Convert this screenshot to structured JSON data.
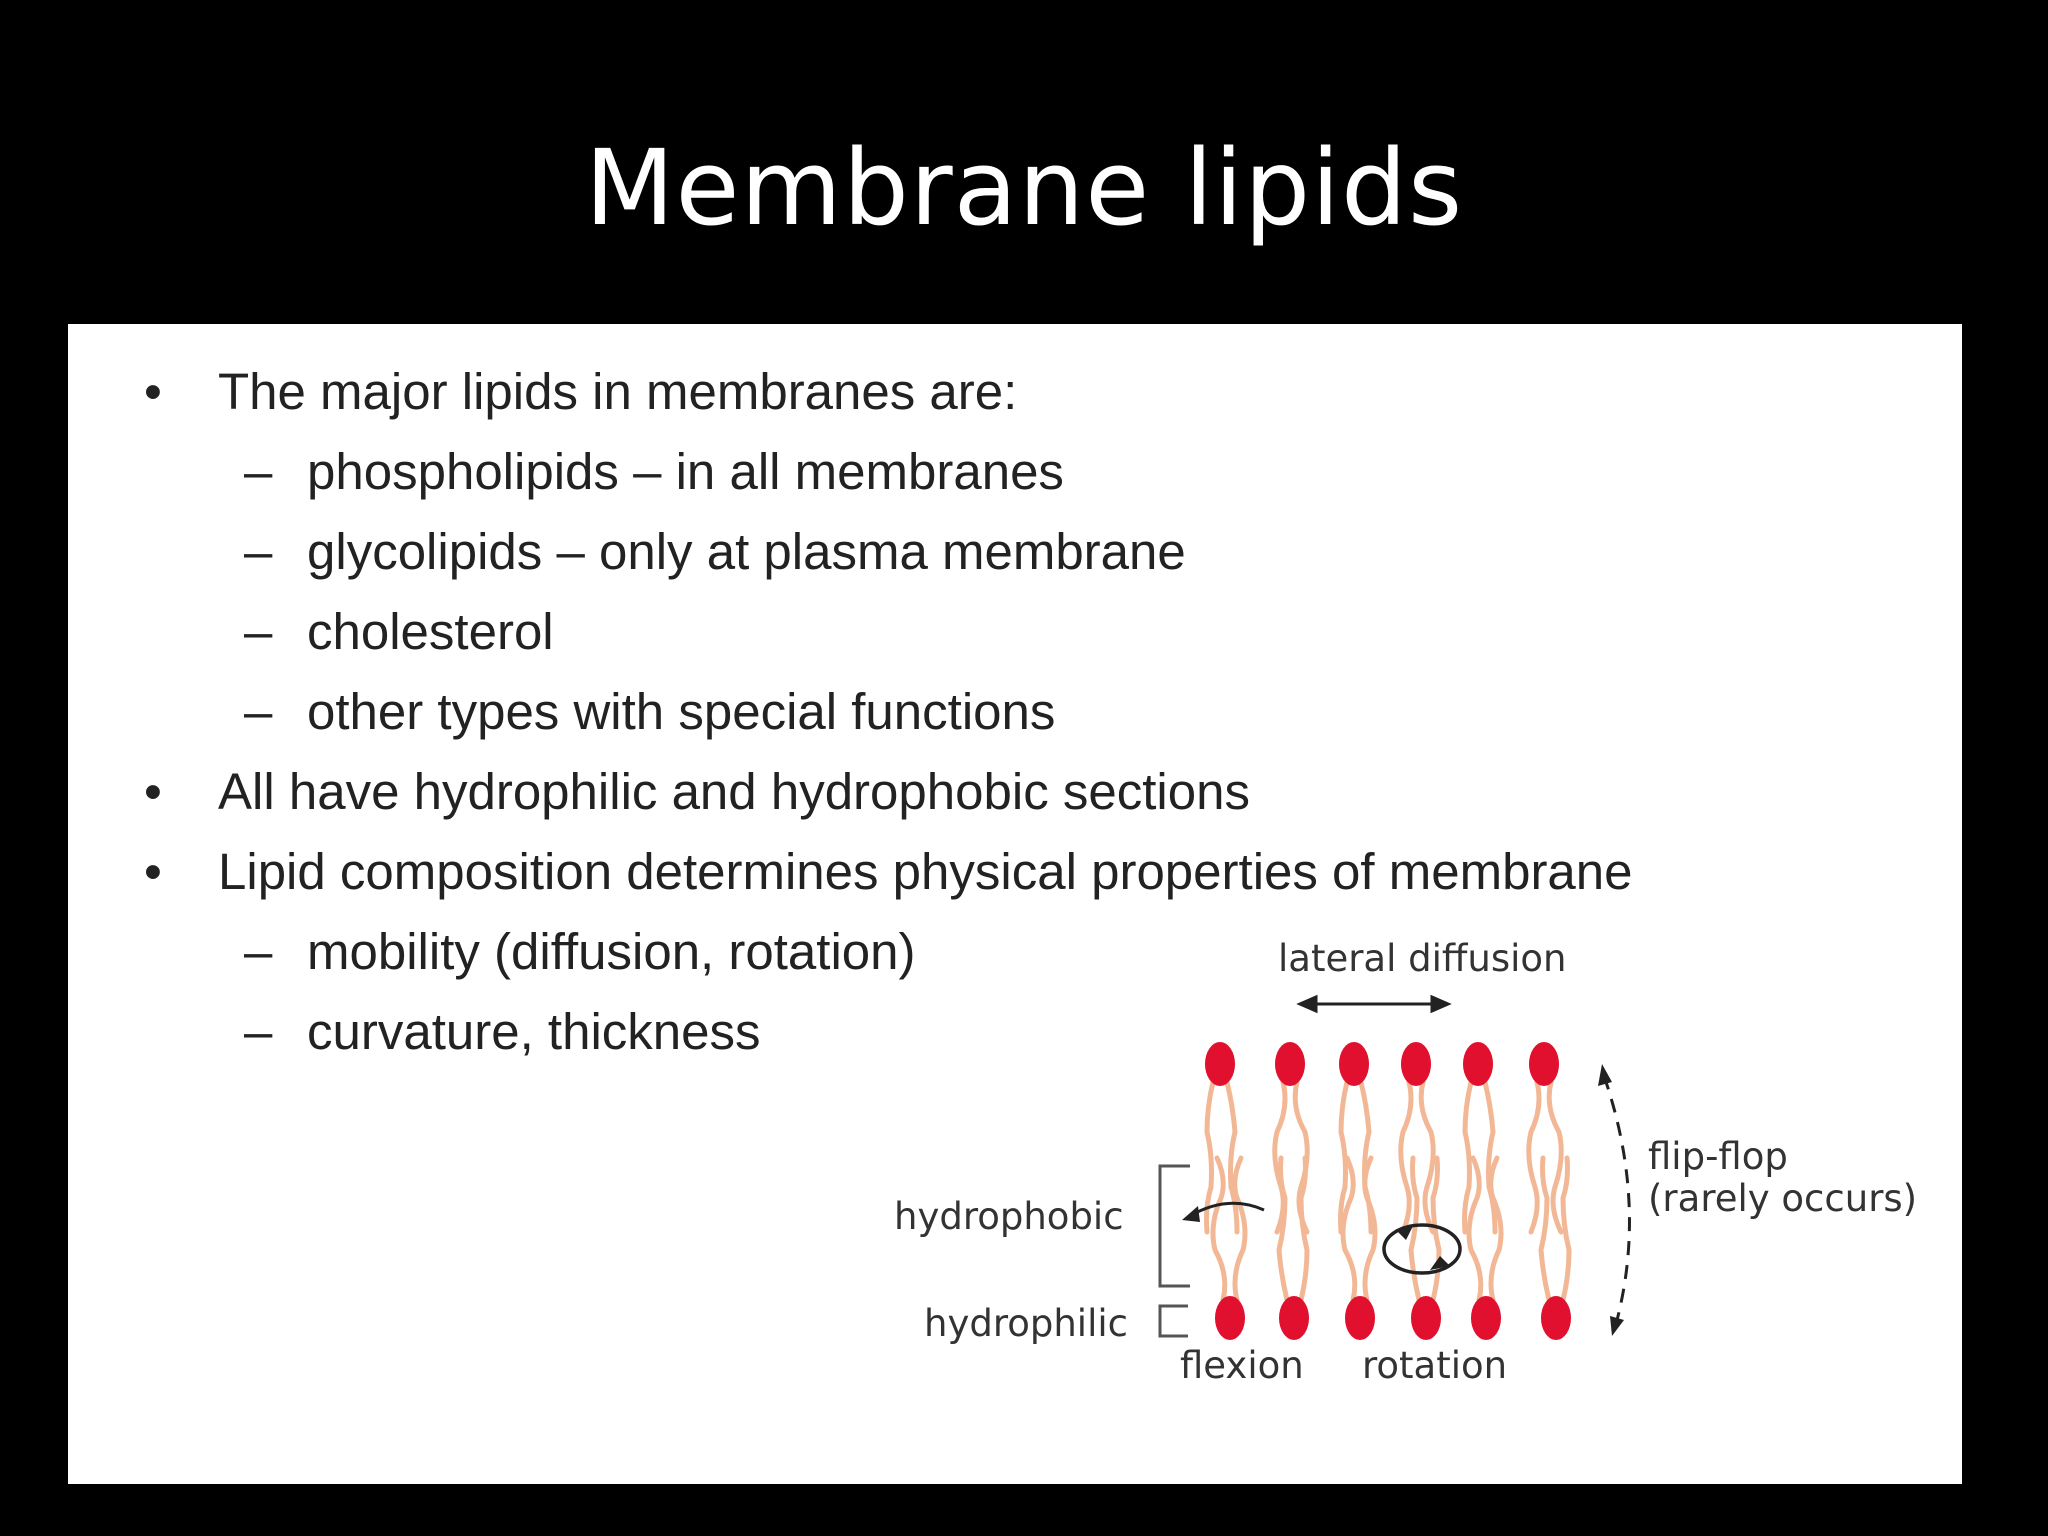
{
  "slide": {
    "title": "Membrane lipids",
    "bullets": [
      {
        "text": "The major lipids in membranes are:",
        "sub": [
          "phospholipids – in all membranes",
          "glycolipids – only at plasma membrane",
          "cholesterol",
          "other types with special functions"
        ]
      },
      {
        "text": "All have hydrophilic and hydrophobic sections",
        "sub": []
      },
      {
        "text": "Lipid composition determines physical properties of membrane",
        "sub": [
          "mobility (diffusion, rotation)",
          "curvature, thickness"
        ]
      }
    ],
    "bullet_glyph": "•",
    "dash_glyph": "–"
  },
  "diagram": {
    "labels": {
      "lateral_diffusion": "lateral diffusion",
      "flip_flop": "flip-flop",
      "rarely_occurs": "(rarely occurs)",
      "hydrophobic": "hydrophobic",
      "hydrophilic": "hydrophilic",
      "flexion": "flexion",
      "rotation": "rotation"
    },
    "colors": {
      "head": "#e0102e",
      "tail": "#f2b896",
      "text": "#333333"
    }
  }
}
